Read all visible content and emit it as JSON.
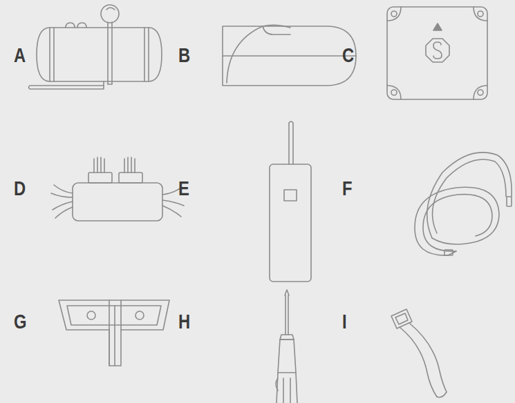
{
  "diagram": {
    "labels": [
      "A",
      "B",
      "C",
      "D",
      "E",
      "F",
      "G",
      "H",
      "I"
    ]
  }
}
